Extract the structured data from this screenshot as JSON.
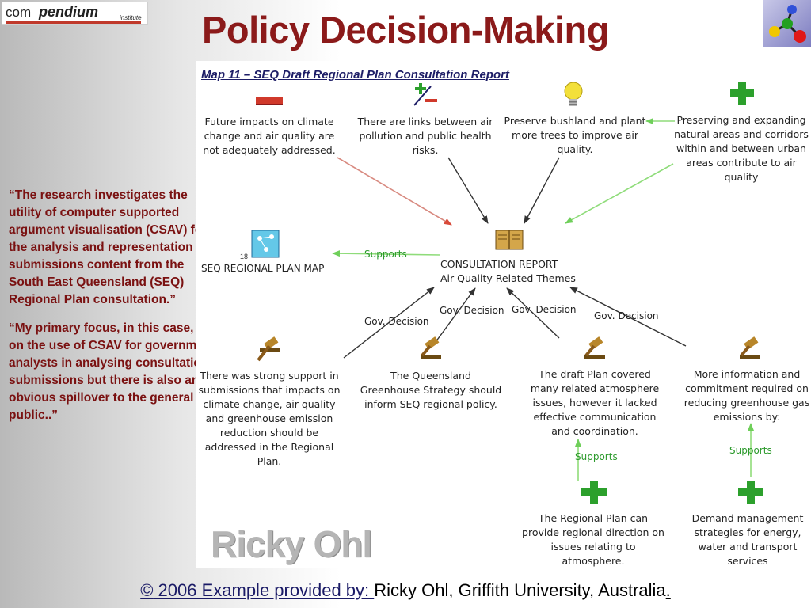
{
  "logo": {
    "part1": "com",
    "part2": "pendium",
    "part3": "institute"
  },
  "title": "Policy Decision-Making",
  "quote": {
    "p1": "“The research investigates the utility of computer supported argument visualisation (CSAV) for the analysis and representation of submissions content from the South East Queensland (SEQ) Regional Plan consultation.”",
    "p2": "“My primary focus, in this case, is on the use of CSAV for government analysts in analysing consultation submissions but there is also an obvious spillover to the general public..”"
  },
  "map": {
    "title": "Map 11 – SEQ Draft Regional Plan Consultation Report",
    "nodes": [
      {
        "id": "con1",
        "icon": "minus-icon",
        "text": "Future impacts on climate change and air quality are not adequately addressed."
      },
      {
        "id": "pro-con",
        "icon": "plus-minus-icon",
        "text": "There are links between air pollution and public health risks."
      },
      {
        "id": "idea",
        "icon": "lightbulb-icon",
        "text": "Preserve bushland and plant more trees to improve air quality."
      },
      {
        "id": "pro1",
        "icon": "plus-icon",
        "text": "Preserving and expanding natural areas and corridors within and between urban areas contribute to air quality"
      },
      {
        "id": "dec1",
        "icon": "gavel-icon",
        "text": "There was strong support in submissions that impacts on climate change, air quality and greenhouse emission reduction should be addressed in the Regional Plan."
      },
      {
        "id": "dec2",
        "icon": "gavel-icon",
        "text": "The Queensland Greenhouse Strategy should inform SEQ regional policy."
      },
      {
        "id": "dec3",
        "icon": "gavel-icon",
        "text": "The draft Plan covered many related atmosphere issues, however it lacked effective communication and coordination."
      },
      {
        "id": "dec4",
        "icon": "gavel-icon",
        "text": "More information and commitment required on reducing greenhouse gas emissions by:"
      },
      {
        "id": "pro2",
        "icon": "plus-icon",
        "text": "The Regional Plan can provide regional direction on issues relating to atmosphere."
      },
      {
        "id": "pro3",
        "icon": "plus-icon",
        "text": "Demand management strategies for energy, water and transport services"
      }
    ],
    "center": {
      "icon": "book-icon",
      "line1": "CONSULTATION REPORT",
      "line2": "Air Quality Related Themes"
    },
    "map_node": {
      "icon": "map-icon",
      "label": "SEQ REGIONAL PLAN MAP",
      "badge": "18"
    },
    "edge_labels": {
      "supports": "Supports",
      "gov_decision": "Gov. Decision"
    },
    "colors": {
      "con": "#d0392b",
      "pro": "#2ca02c",
      "support_arrow": "#7fd36b",
      "plain_arrow": "#333333"
    }
  },
  "author_mark": "Ricky Ohl",
  "footer": {
    "copyright": "©",
    "example": " 2006 Example provided by: ",
    "credit": "Ricky Ohl, Griffith University, Australia",
    "end": ". "
  }
}
